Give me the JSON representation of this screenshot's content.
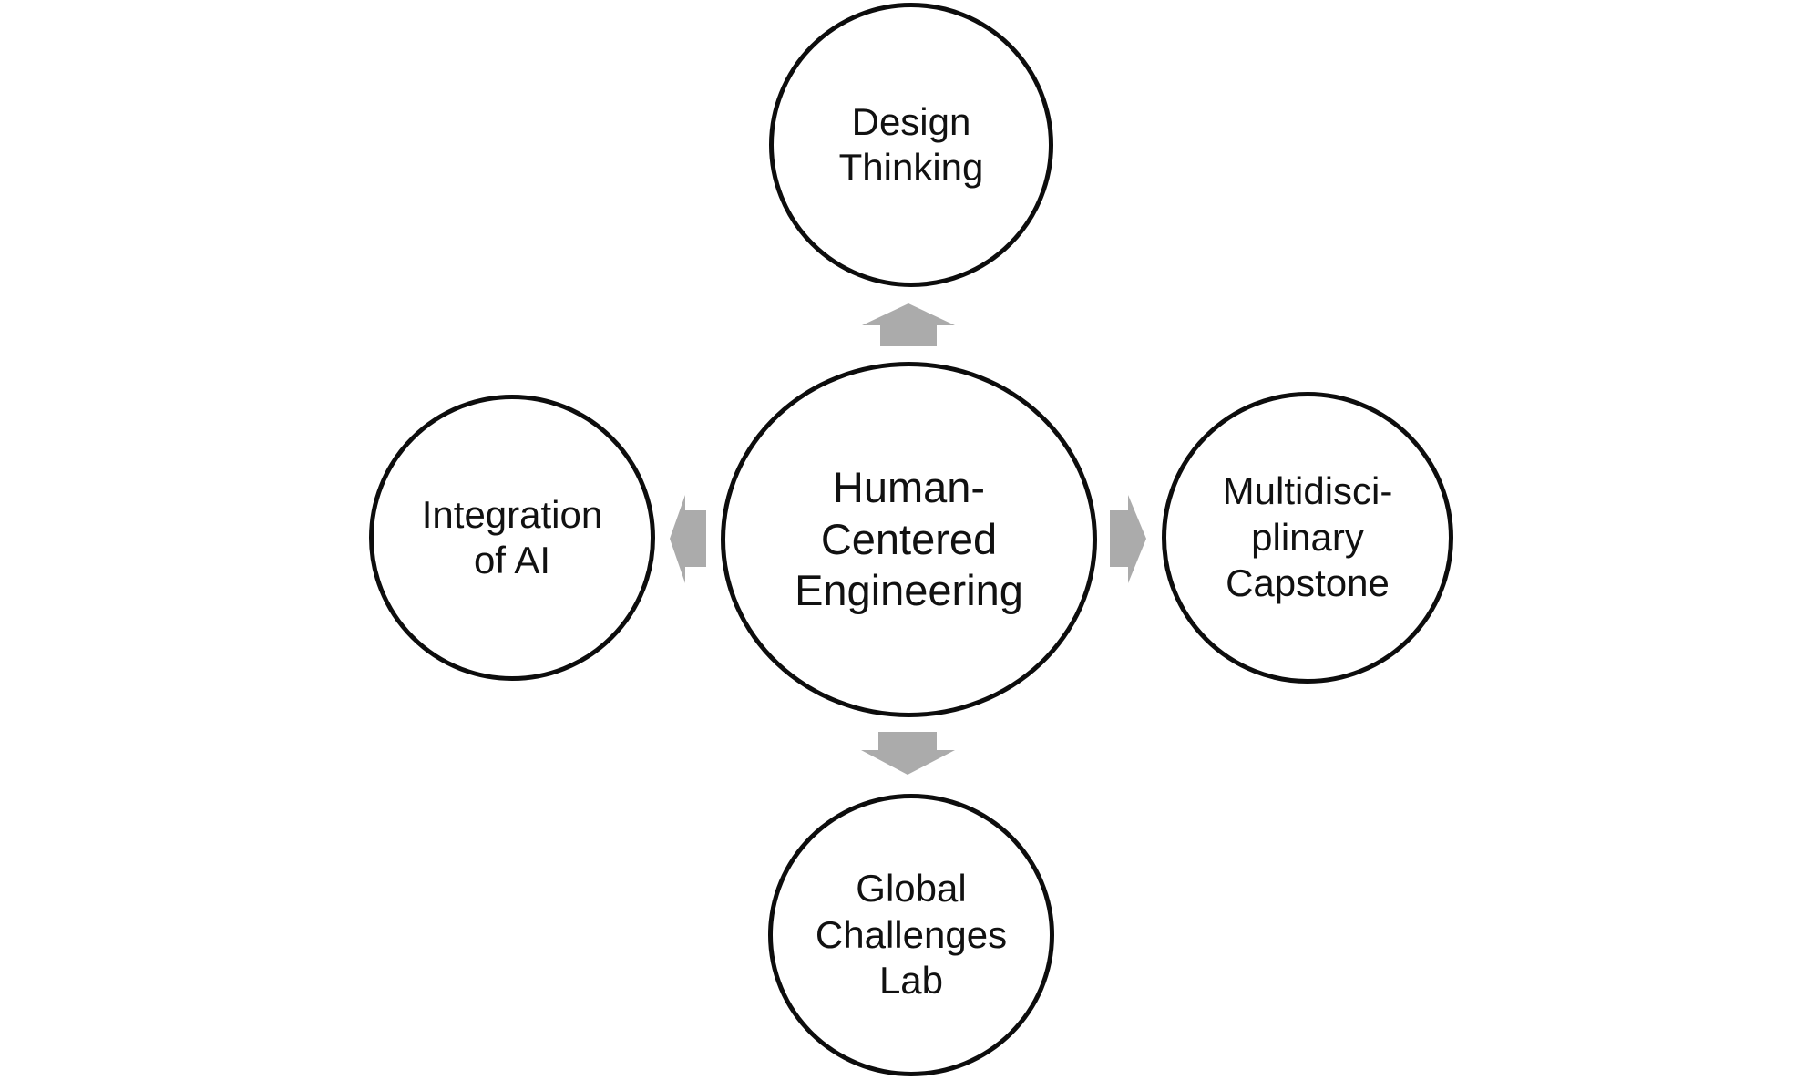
{
  "diagram": {
    "nodes": {
      "center": {
        "label": "Human-\nCentered\nEngineering"
      },
      "top": {
        "label": "Design\nThinking"
      },
      "right": {
        "label": "Multidisci-\nplinary\nCapstone"
      },
      "bottom": {
        "label": "Global\nChallenges\nLab"
      },
      "left": {
        "label": "Integration\nof AI"
      }
    },
    "arrows": [
      {
        "direction": "up",
        "from": "center",
        "to": "top"
      },
      {
        "direction": "right",
        "from": "center",
        "to": "right"
      },
      {
        "direction": "down",
        "from": "center",
        "to": "bottom"
      },
      {
        "direction": "left",
        "from": "center",
        "to": "left"
      }
    ],
    "colors": {
      "arrow_fill": "#ababab",
      "circle_stroke": "#0d0d0d",
      "text": "#111111",
      "background": "#ffffff"
    }
  }
}
